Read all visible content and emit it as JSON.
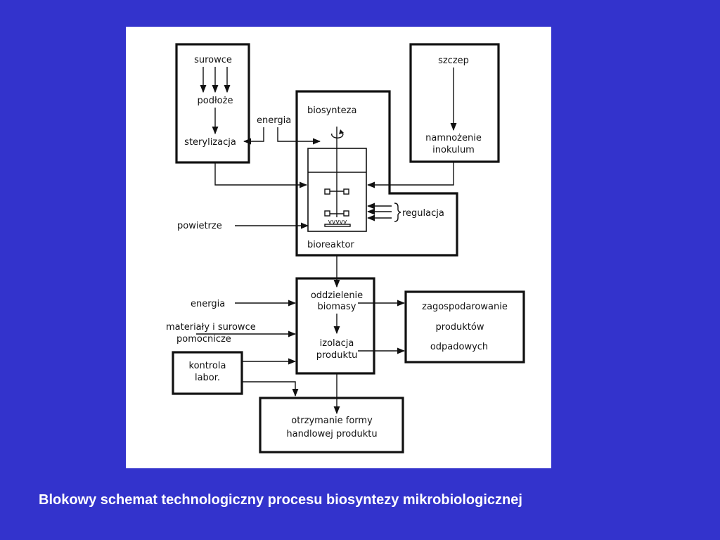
{
  "colors": {
    "background": "#3333CC",
    "panel": "#FFFFFF",
    "ink": "#111111",
    "caption": "#FFFFFF"
  },
  "caption": "Blokowy schemat technologiczny procesu biosyntezy mikrobiologicznej",
  "diagram": {
    "medium_box": {
      "raw": "surowce",
      "medium": "podłoże",
      "sterilization": "sterylizacja"
    },
    "energy_top": "energia",
    "strain_box": {
      "strain": "szczep",
      "inoculum_1": "namnożenie",
      "inoculum_2": "inokulum"
    },
    "biosynthesis_box": {
      "title": "biosynteza",
      "reactor": "bioreaktor"
    },
    "air": "powietrze",
    "regulation": "regulacja",
    "separation_box": {
      "sep_1": "oddzielenie",
      "sep_2": "biomasy",
      "iso_1": "izolacja",
      "iso_2": "produktu"
    },
    "energy_bottom": "energia",
    "materials_1": "materiały i surowce",
    "materials_2": "pomocnicze",
    "lab_box": {
      "line_1": "kontrola",
      "line_2": "labor."
    },
    "waste_box": {
      "line_1": "zagospodarowanie",
      "line_2": "produktów",
      "line_3": "odpadowych"
    },
    "final_box": {
      "line_1": "otrzymanie formy",
      "line_2": "handlowej produktu"
    },
    "icons": {
      "rotation": "rotation-arrow-icon",
      "stirrer": "impeller-icon",
      "sparger": "air-sparger-icon"
    }
  }
}
